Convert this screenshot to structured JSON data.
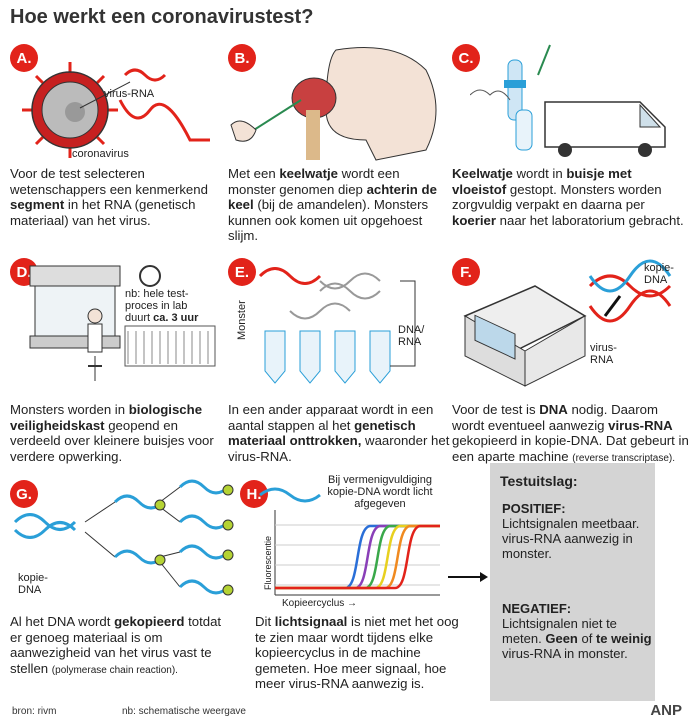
{
  "title": "Hoe werkt een coronavirustest?",
  "steps": [
    {
      "letter": "A.",
      "labels": [
        "virus-RNA",
        "coronavirus"
      ],
      "text": [
        {
          "t": "Voor de test selecteren wetenschappers een kenmerkend "
        },
        {
          "t": "segment",
          "b": true
        },
        {
          "t": " in het RNA (genetisch materiaal) van het virus."
        }
      ]
    },
    {
      "letter": "B.",
      "labels": [],
      "text": [
        {
          "t": "Met een "
        },
        {
          "t": "keelwatje",
          "b": true
        },
        {
          "t": " wordt een monster genomen diep "
        },
        {
          "t": "achterin de keel",
          "b": true
        },
        {
          "t": " (bij de amandelen). Monsters kunnen ook komen uit opgehoest slijm."
        }
      ]
    },
    {
      "letter": "C.",
      "labels": [],
      "text": [
        {
          "t": "Keelwatje",
          "b": true
        },
        {
          "t": " wordt in "
        },
        {
          "t": "buisje met vloeistof",
          "b": true
        },
        {
          "t": " gestopt. Monsters worden zorgvuldig verpakt en daarna per "
        },
        {
          "t": "koerier",
          "b": true
        },
        {
          "t": " naar het laboratorium gebracht."
        }
      ]
    },
    {
      "letter": "D.",
      "labels": [
        "nb: hele test-",
        "proces in lab",
        "duurt ",
        "ca. 3 uur"
      ],
      "text": [
        {
          "t": "Monsters worden in "
        },
        {
          "t": "biologische veiligheidskast",
          "b": true
        },
        {
          "t": " geopend en verdeeld over kleinere buisjes voor verdere opwerking."
        }
      ]
    },
    {
      "letter": "E.",
      "labels": [
        "Monster",
        "DNA/",
        "RNA"
      ],
      "text": [
        {
          "t": "In een ander apparaat wordt in een aantal stappen al het "
        },
        {
          "t": "genetisch materiaal onttrokken,",
          "b": true
        },
        {
          "t": " waaronder het virus-RNA."
        }
      ]
    },
    {
      "letter": "F.",
      "labels": [
        "kopie-",
        "DNA",
        "virus-",
        "RNA"
      ],
      "text": [
        {
          "t": "Voor de test is "
        },
        {
          "t": "DNA",
          "b": true
        },
        {
          "t": " nodig. Daarom wordt eventueel aanwezig "
        },
        {
          "t": "virus-RNA",
          "b": true
        },
        {
          "t": " gekopieerd in kopie-DNA. Dat gebeurt in een aparte machine "
        },
        {
          "t": "(reverse transcriptase).",
          "s": true
        }
      ]
    },
    {
      "letter": "G.",
      "labels": [
        "kopie-",
        "DNA"
      ],
      "text": [
        {
          "t": "Al het DNA wordt "
        },
        {
          "t": "gekopieerd",
          "b": true
        },
        {
          "t": " totdat er genoeg materiaal is om aanwezigheid van het virus vast te stellen "
        },
        {
          "t": "(polymerase chain reaction).",
          "s": true
        }
      ]
    },
    {
      "letter": "H.",
      "labels": [
        "Bij vermenigvuldiging",
        "kopie-DNA wordt licht",
        "afgegeven",
        "Fluorescentie",
        "Kopieercyclus →"
      ],
      "text": [
        {
          "t": "Dit "
        },
        {
          "t": "lichtsignaal",
          "b": true
        },
        {
          "t": " is niet met het oog te zien maar wordt tijdens elke kopieercyclus in de machine gemeten. Hoe meer signaal, hoe meer virus-RNA aanwezig is."
        }
      ]
    }
  ],
  "result": {
    "heading": "Testuitslag:",
    "positive": [
      {
        "t": "POSITIEF:",
        "b": true,
        "br": true
      },
      {
        "t": "Lichtsignalen meetbaar. virus-RNA aanwezig in monster."
      }
    ],
    "negative": [
      {
        "t": "NEGATIEF:",
        "b": true,
        "br": true
      },
      {
        "t": "Lichtsignalen niet te meten. "
      },
      {
        "t": "Geen",
        "b": true
      },
      {
        "t": " of "
      },
      {
        "t": "te weinig",
        "b": true
      },
      {
        "t": " virus-RNA in monster."
      }
    ]
  },
  "footer": {
    "source": "bron:  rivm",
    "note": "nb: schematische weergave",
    "brand": "ANP"
  },
  "colors": {
    "accent": "#e2231a",
    "dna_blue": "#2a9fd8",
    "rna_red": "#e2231a",
    "box": "#d4d4d4"
  }
}
